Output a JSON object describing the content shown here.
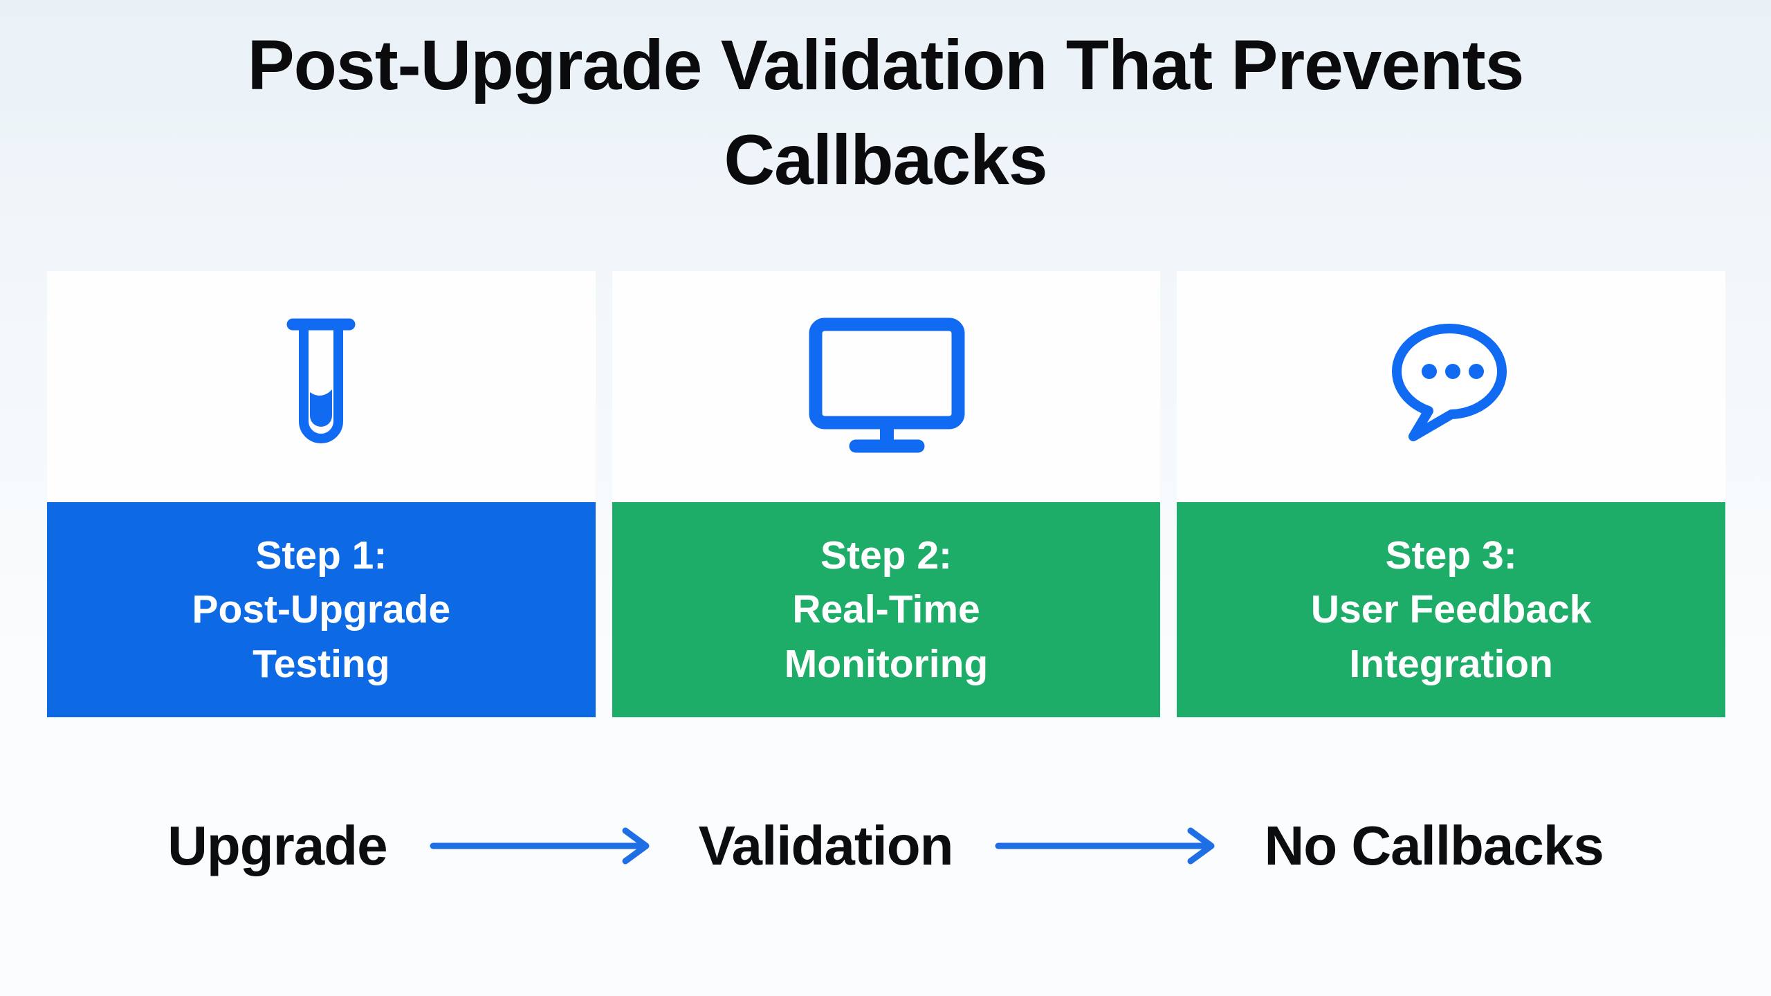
{
  "title": "Post-Upgrade Validation That Prevents Callbacks",
  "colors": {
    "background_top": "#e9f1f7",
    "background_mid": "#f4f8fb",
    "background_bottom": "#fbfcfd",
    "card_background": "#fefefe",
    "title_text": "#0b0b0d",
    "flow_text": "#0c0d0f",
    "band_text": "#ffffff",
    "icon_blue": "#116bf2",
    "arrow_blue": "#1e6fe6",
    "step1_band_blue": "#0d6ae4",
    "step_band_green": "#1ead68"
  },
  "steps": [
    {
      "name": "Step 1",
      "icon": "test-tube-icon",
      "band_color": "#0d6ae4",
      "lines": [
        "Step 1:",
        "Post-Upgrade",
        "Testing"
      ]
    },
    {
      "name": "Step 2",
      "icon": "monitor-icon",
      "band_color": "#1ead68",
      "lines": [
        "Step 2:",
        "Real-Time",
        "Monitoring"
      ]
    },
    {
      "name": "Step 3",
      "icon": "chat-bubble-icon",
      "band_color": "#1ead68",
      "lines": [
        "Step 3:",
        "User Feedback",
        "Integration"
      ]
    }
  ],
  "flow": {
    "labels": [
      "Upgrade",
      "Validation",
      "No Callbacks"
    ]
  }
}
